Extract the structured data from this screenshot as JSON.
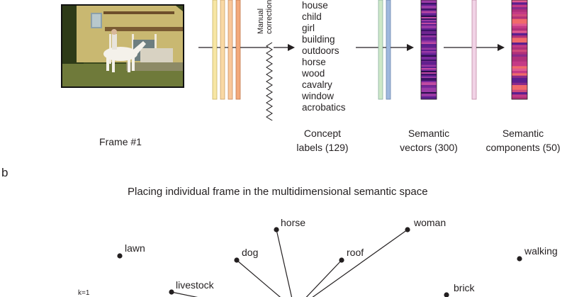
{
  "panel_a": {
    "frame_label": "Frame #1",
    "manual_correction_label": [
      "Manual",
      "correction"
    ],
    "concepts": [
      "house",
      "child",
      "girl",
      "building",
      "outdoors",
      "horse",
      "wood",
      "cavalry",
      "window",
      "acrobatics"
    ],
    "stages": [
      {
        "line1": "Concept",
        "line2": "labels (129)"
      },
      {
        "line1": "Semantic",
        "line2": "vectors (300)"
      },
      {
        "line1": "Semantic",
        "line2": "components (50)"
      }
    ],
    "colors": {
      "layer_yellow": "#f7e6a4",
      "layer_peach": "#f9c79a",
      "layer_orange": "#f3a97b",
      "layer_green": "#cde8c8",
      "layer_blue": "#9fb8dd",
      "vector_purple": "#5c1f8f",
      "component_magenta": "#b0307a"
    }
  },
  "panel_b": {
    "letter": "b",
    "title": "Placing individual frame in the multidimensional semantic space",
    "nodes": [
      "horse",
      "woman",
      "lawn",
      "dog",
      "roof",
      "walking",
      "livestock",
      "brick"
    ],
    "small_label": "k=1"
  }
}
